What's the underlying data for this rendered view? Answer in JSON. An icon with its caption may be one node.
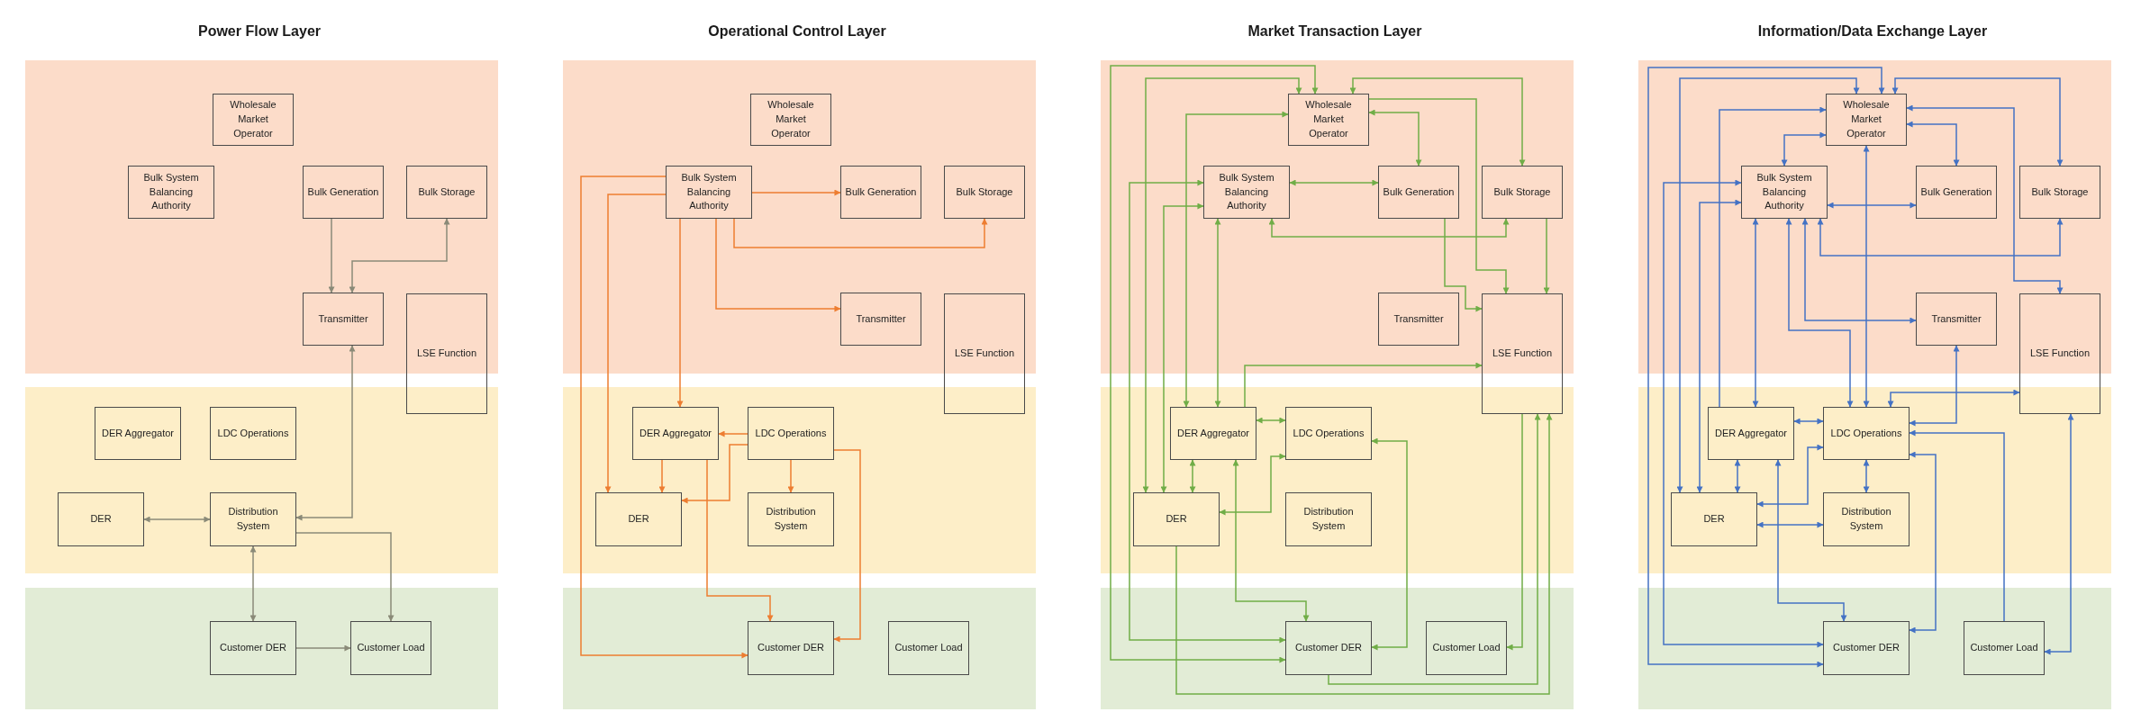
{
  "diagram": {
    "nodes": [
      {
        "text": [],
        "shape": "box"
      },
      {
        "text": [
          "Wholesale Market Operator"
        ],
        "in": 0
      },
      {
        "text": [
          "Bulk System Balancing Authority"
        ],
        "in": 0
      },
      {
        "text": [
          "Bulk Generation"
        ],
        "in": 0
      },
      {
        "text": [
          "Bulk Storage"
        ],
        "in": 0
      },
      {
        "text": [
          "Transmitter"
        ],
        "in": 0
      },
      {
        "text": [
          "LSE Function"
        ]
      },
      {
        "text": [],
        "shape": "box"
      },
      {
        "text": [
          "DER Aggregator"
        ],
        "in": 7
      },
      {
        "text": [
          "LDC Operations"
        ],
        "in": 7
      },
      {
        "text": [
          "DER"
        ],
        "in": 7
      },
      {
        "text": [
          "Distribution System"
        ],
        "in": 7
      },
      {
        "text": [],
        "shape": "box"
      },
      {
        "text": [
          "Customer DER"
        ],
        "in": 12
      },
      {
        "text": [
          "Customer Load"
        ],
        "in": 12
      },
      {
        "text": [],
        "shape": "box"
      },
      {
        "text": [
          "Wholesale Market Operator"
        ],
        "in": 15
      },
      {
        "text": [
          "Bulk System Balancing Authority"
        ],
        "in": 15
      },
      {
        "text": [
          "Bulk Generation"
        ],
        "in": 15
      },
      {
        "text": [
          "Bulk Storage"
        ],
        "in": 15
      },
      {
        "text": [
          "Transmitter"
        ],
        "in": 15
      },
      {
        "text": [
          "LSE Function"
        ]
      },
      {
        "text": [],
        "shape": "box"
      },
      {
        "text": [
          "DER Aggregator"
        ],
        "in": 22
      },
      {
        "text": [
          "LDC Operations"
        ],
        "in": 22
      },
      {
        "text": [
          "DER"
        ],
        "in": 22
      },
      {
        "text": [
          "Distribution System"
        ],
        "in": 22
      },
      {
        "text": [],
        "shape": "box"
      },
      {
        "text": [
          "Customer DER"
        ],
        "in": 27
      },
      {
        "text": [
          "Customer Load"
        ],
        "in": 27
      },
      {
        "text": [],
        "shape": "box"
      },
      {
        "text": [
          "Wholesale Market Operator"
        ],
        "in": 30
      },
      {
        "text": [
          "Bulk System Balancing Authority"
        ],
        "in": 30
      },
      {
        "text": [
          "Bulk Generation"
        ],
        "in": 30
      },
      {
        "text": [
          "Bulk Storage"
        ],
        "in": 30
      },
      {
        "text": [
          "Transmitter"
        ],
        "in": 30
      },
      {
        "text": [
          "LSE Function"
        ]
      },
      {
        "text": [],
        "shape": "box"
      },
      {
        "text": [
          "DER Aggregator"
        ],
        "in": 37
      },
      {
        "text": [
          "LDC Operations"
        ],
        "in": 37
      },
      {
        "text": [
          "DER"
        ],
        "in": 37
      },
      {
        "text": [
          "Distribution System"
        ],
        "in": 37
      },
      {
        "text": [],
        "shape": "box"
      },
      {
        "text": [
          "Customer DER"
        ],
        "in": 42
      },
      {
        "text": [
          "Customer Load"
        ],
        "in": 42
      },
      {
        "text": [],
        "shape": "box"
      },
      {
        "text": [
          "Wholesale Market Operator"
        ],
        "in": 45
      },
      {
        "text": [
          "Bulk System Balancing Authority"
        ],
        "in": 45
      },
      {
        "text": [
          "Bulk Generation"
        ],
        "in": 45
      },
      {
        "text": [
          "Bulk Storage"
        ],
        "in": 45
      },
      {
        "text": [
          "Transmitter"
        ],
        "in": 45
      },
      {
        "text": [
          "LSE Function"
        ]
      },
      {
        "text": [],
        "shape": "box"
      },
      {
        "text": [
          "DER Aggregator"
        ],
        "in": 52
      },
      {
        "text": [
          "LDC Operations"
        ],
        "in": 52
      },
      {
        "text": [
          "DER"
        ],
        "in": 52
      },
      {
        "text": [
          "Distribution System"
        ],
        "in": 52
      },
      {
        "text": [],
        "shape": "box"
      },
      {
        "text": [
          "Customer DER"
        ],
        "in": 57
      },
      {
        "text": [
          "Customer Load"
        ],
        "in": 57
      }
    ],
    "edges": [
      {
        "from": 3,
        "to": 5,
        "arrow": "to",
        "color": "#8a8a78"
      },
      {
        "from": 5,
        "to": 4,
        "arrow": "both",
        "color": "#8a8a78"
      },
      {
        "from": 10,
        "to": 11,
        "arrow": "both",
        "color": "#8a8a78"
      },
      {
        "from": 5,
        "to": 11,
        "arrow": "both",
        "color": "#8a8a78"
      },
      {
        "from": 11,
        "to": 14,
        "arrow": "to",
        "color": "#8a8a78"
      },
      {
        "from": 11,
        "to": 13,
        "arrow": "both",
        "color": "#8a8a78"
      },
      {
        "from": 13,
        "to": 14,
        "arrow": "to",
        "color": "#8a8a78"
      },
      {
        "from": 17,
        "to": 28,
        "arrow": "to",
        "color": "#ed7d31"
      },
      {
        "from": 17,
        "to": 25,
        "arrow": "to",
        "color": "#ed7d31"
      },
      {
        "from": 17,
        "to": 18,
        "arrow": "to",
        "color": "#ed7d31"
      },
      {
        "from": 17,
        "to": 19,
        "arrow": "to",
        "color": "#ed7d31"
      },
      {
        "from": 17,
        "to": 20,
        "arrow": "to",
        "color": "#ed7d31"
      },
      {
        "from": 17,
        "to": 23,
        "arrow": "to",
        "color": "#ed7d31"
      },
      {
        "from": 24,
        "to": 23,
        "arrow": "to",
        "color": "#ed7d31"
      },
      {
        "from": 24,
        "to": 25,
        "arrow": "to",
        "color": "#ed7d31"
      },
      {
        "from": 23,
        "to": 25,
        "arrow": "to",
        "color": "#ed7d31"
      },
      {
        "from": 24,
        "to": 26,
        "arrow": "to",
        "color": "#ed7d31"
      },
      {
        "from": 23,
        "to": 28,
        "arrow": "to",
        "color": "#ed7d31"
      },
      {
        "from": 24,
        "to": 28,
        "arrow": "to",
        "color": "#ed7d31"
      },
      {
        "from": 43,
        "to": 31,
        "arrow": "both",
        "color": "#70ad47"
      },
      {
        "from": 31,
        "to": 40,
        "arrow": "both",
        "color": "#70ad47"
      },
      {
        "from": 38,
        "to": 31,
        "arrow": "both",
        "color": "#70ad47"
      },
      {
        "from": 43,
        "to": 32,
        "arrow": "both",
        "color": "#70ad47"
      },
      {
        "from": 40,
        "to": 32,
        "arrow": "both",
        "color": "#70ad47"
      },
      {
        "from": 32,
        "to": 38,
        "arrow": "both",
        "color": "#70ad47"
      },
      {
        "from": 32,
        "to": 33,
        "arrow": "both",
        "color": "#70ad47"
      },
      {
        "from": 31,
        "to": 33,
        "arrow": "both",
        "color": "#70ad47"
      },
      {
        "from": 31,
        "to": 34,
        "arrow": "both",
        "color": "#70ad47"
      },
      {
        "from": 31,
        "to": 36,
        "arrow": "to",
        "color": "#70ad47"
      },
      {
        "from": 32,
        "to": 34,
        "arrow": "both",
        "color": "#70ad47"
      },
      {
        "from": 33,
        "to": 36,
        "arrow": "to",
        "color": "#70ad47"
      },
      {
        "from": 34,
        "to": 36,
        "arrow": "to",
        "color": "#70ad47"
      },
      {
        "from": 38,
        "to": 36,
        "arrow": "to",
        "color": "#70ad47"
      },
      {
        "from": 38,
        "to": 39,
        "arrow": "both",
        "color": "#70ad47"
      },
      {
        "from": 38,
        "to": 40,
        "arrow": "both",
        "color": "#70ad47"
      },
      {
        "from": 40,
        "to": 39,
        "arrow": "both",
        "color": "#70ad47"
      },
      {
        "from": 38,
        "to": 43,
        "arrow": "both",
        "color": "#70ad47"
      },
      {
        "from": 39,
        "to": 43,
        "arrow": "both",
        "color": "#70ad47"
      },
      {
        "from": 36,
        "to": 44,
        "arrow": "to",
        "color": "#70ad47"
      },
      {
        "from": 43,
        "to": 36,
        "arrow": "to",
        "color": "#70ad47"
      },
      {
        "from": 40,
        "to": 36,
        "arrow": "to",
        "color": "#70ad47"
      },
      {
        "from": 58,
        "to": 46,
        "arrow": "both"
      },
      {
        "from": 46,
        "to": 55,
        "arrow": "both"
      },
      {
        "from": 53,
        "to": 46,
        "arrow": "to"
      },
      {
        "from": 47,
        "to": 46,
        "arrow": "both"
      },
      {
        "from": 58,
        "to": 47,
        "arrow": "both"
      },
      {
        "from": 55,
        "to": 47,
        "arrow": "both"
      },
      {
        "from": 47,
        "to": 48,
        "arrow": "both"
      },
      {
        "from": 46,
        "to": 48,
        "arrow": "both"
      },
      {
        "from": 46,
        "to": 49,
        "arrow": "both"
      },
      {
        "from": 46,
        "to": 51,
        "arrow": "both"
      },
      {
        "from": 47,
        "to": 49,
        "arrow": "both"
      },
      {
        "from": 47,
        "to": 53,
        "arrow": "both"
      },
      {
        "from": 47,
        "to": 54,
        "arrow": "both"
      },
      {
        "from": 47,
        "to": 50,
        "arrow": "both"
      },
      {
        "from": 46,
        "to": 54,
        "arrow": "both"
      },
      {
        "from": 54,
        "to": 51,
        "arrow": "both"
      },
      {
        "from": 50,
        "to": 54,
        "arrow": "both"
      },
      {
        "from": 59,
        "to": 54,
        "arrow": "to"
      },
      {
        "from": 58,
        "to": 54,
        "arrow": "both"
      },
      {
        "from": 53,
        "to": 54,
        "arrow": "both"
      },
      {
        "from": 54,
        "to": 56,
        "arrow": "both"
      },
      {
        "from": 53,
        "to": 55,
        "arrow": "both"
      },
      {
        "from": 54,
        "to": 55,
        "arrow": "both"
      },
      {
        "from": 55,
        "to": 56,
        "arrow": "both"
      },
      {
        "from": 53,
        "to": 58,
        "arrow": "both"
      },
      {
        "from": 51,
        "to": 59,
        "arrow": "both"
      }
    ],
    "labels": [
      "Power Flow Layer",
      "Operational Control Layer",
      "Market Transaction Layer",
      "Information/Data Exchange Layer"
    ]
  }
}
